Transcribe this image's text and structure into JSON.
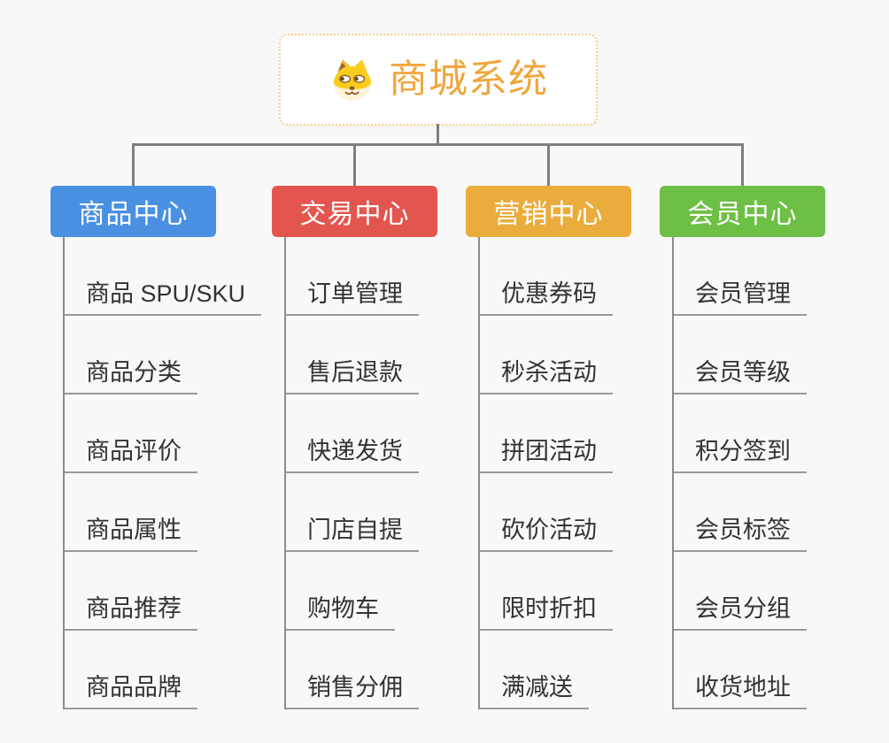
{
  "page": {
    "background_color": "#f8f8f8",
    "connector_color": "#7f7f7f",
    "leaf_text_color": "#333333",
    "leaf_line_color": "#9a9a9a"
  },
  "root": {
    "title": "商城系统",
    "title_color": "#F0A63C",
    "border_color": "#F8CE8E",
    "icon": "doge-icon",
    "icon_colors": {
      "fur_yellow": "#FACC1E",
      "fur_cream": "#FDF3D9",
      "face_brown": "#8A5A2B"
    }
  },
  "branches": [
    {
      "label": "商品中心",
      "color": "#4A90E2",
      "items": [
        "商品 SPU/SKU",
        "商品分类",
        "商品评价",
        "商品属性",
        "商品推荐",
        "商品品牌"
      ]
    },
    {
      "label": "交易中心",
      "color": "#E3564F",
      "items": [
        "订单管理",
        "售后退款",
        "快递发货",
        "门店自提",
        "购物车",
        "销售分佣"
      ]
    },
    {
      "label": "营销中心",
      "color": "#EAAD3D",
      "items": [
        "优惠券码",
        "秒杀活动",
        "拼团活动",
        "砍价活动",
        "限时折扣",
        "满减送"
      ]
    },
    {
      "label": "会员中心",
      "color": "#6EBF45",
      "items": [
        "会员管理",
        "会员等级",
        "积分签到",
        "会员标签",
        "会员分组",
        "收货地址"
      ]
    }
  ]
}
